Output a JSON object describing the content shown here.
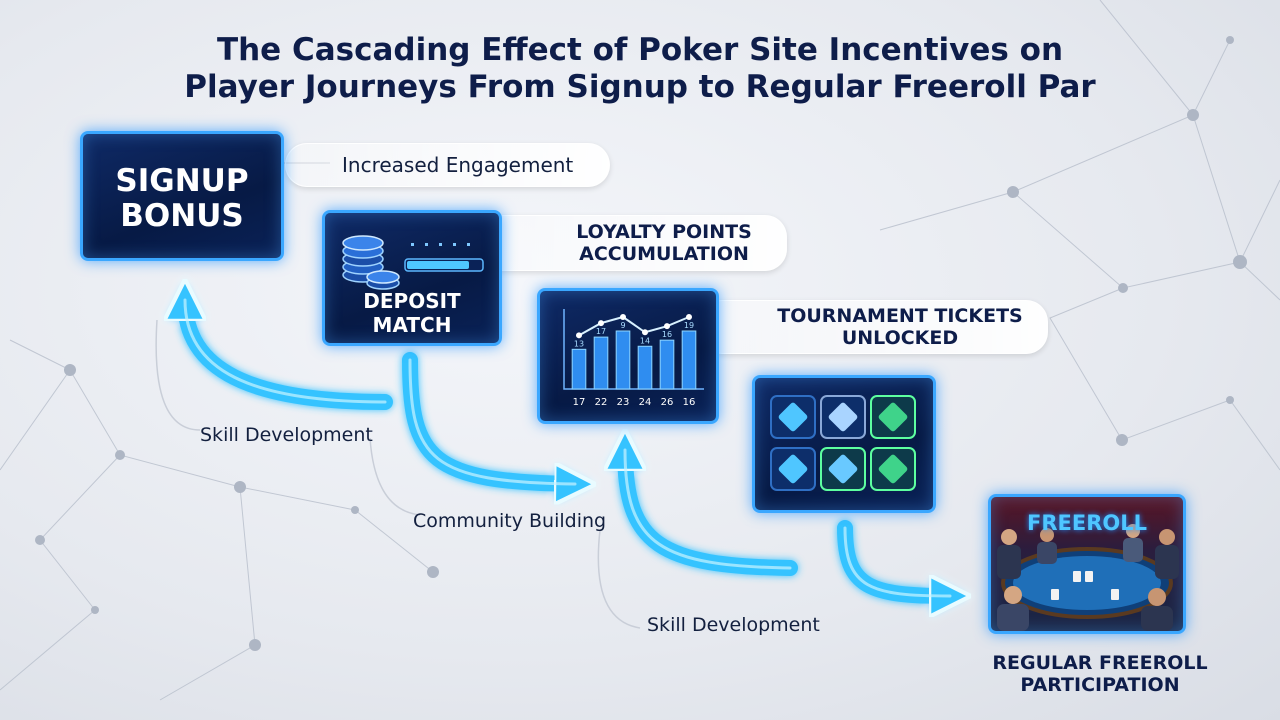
{
  "title": {
    "line1": "The Cascading Effect of Poker Site Incentives on",
    "line2": "Player Journeys From Signup to Regular Freeroll Par"
  },
  "nodes": {
    "signup": {
      "line1": "SIGNUP",
      "line2": "BONUS"
    },
    "deposit": {
      "line1": "DEPOSIT",
      "line2": "MATCH"
    },
    "loyalty_chart": {
      "x_labels": [
        "17",
        "22",
        "23",
        "24",
        "26",
        "16"
      ],
      "bar_labels": [
        "13",
        "17",
        "9",
        "14",
        "16",
        "19"
      ],
      "values": [
        13,
        17,
        19,
        14,
        16,
        19
      ]
    },
    "freeroll": {
      "sign": "FREEROLL"
    }
  },
  "callouts": {
    "engagement": "Increased Engagement",
    "loyalty": {
      "line1": "LOYALTY POINTS",
      "line2": "ACCUMULATION"
    },
    "tickets": {
      "line1": "TOURNAMENT TICKETS",
      "line2": "UNLOCKED"
    },
    "final": {
      "line1": "REGULAR FREEROLL",
      "line2": "PARTICIPATION"
    }
  },
  "paths": {
    "skill_1": "Skill Development",
    "community": "Community Building",
    "skill_2": "Skill Development"
  },
  "colors": {
    "title": "#0e1d4a",
    "box_border": "#3aa7ff",
    "arrow": "#35c3ff",
    "ticket_blue": "#4fc6ff",
    "ticket_green": "#5dffa0",
    "felt": "#1f6fb8"
  }
}
